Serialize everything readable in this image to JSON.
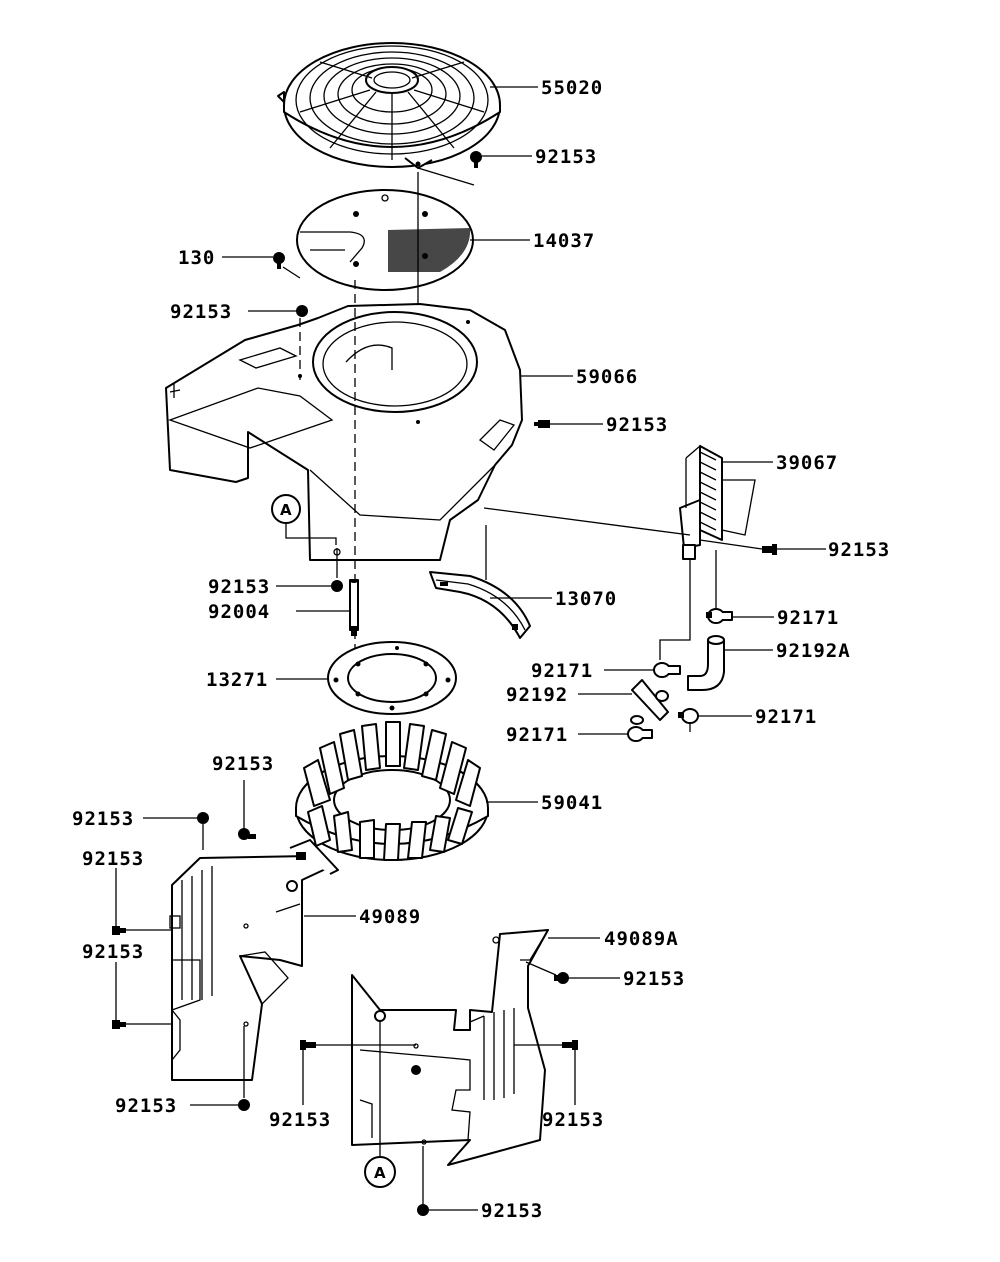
{
  "parts": {
    "p55020": "55020",
    "p92153_top": "92153",
    "p14037": "14037",
    "p130": "130",
    "p92153_shroud": "92153",
    "p59066": "59066",
    "p92153_side": "92153",
    "p39067": "39067",
    "p92153_rect": "92153",
    "p92153_stud": "92153",
    "p92004": "92004",
    "p13070": "13070",
    "p92171_a": "92171",
    "p92171_b": "92171",
    "p92192A": "92192A",
    "p92192": "92192",
    "p92171_c": "92171",
    "p92171_d": "92171",
    "p13271": "13271",
    "p92153_fan": "92153",
    "p59041": "59041",
    "p92153_l1": "92153",
    "p92153_l2": "92153",
    "p92153_l3": "92153",
    "p49089": "49089",
    "p92153_l4": "92153",
    "p49089A": "49089A",
    "p92153_r1": "92153",
    "p92153_r2": "92153",
    "p92153_r3": "92153",
    "p92153_bot": "92153"
  },
  "callouts": {
    "ref_top": "A",
    "ref_bottom": "A"
  }
}
